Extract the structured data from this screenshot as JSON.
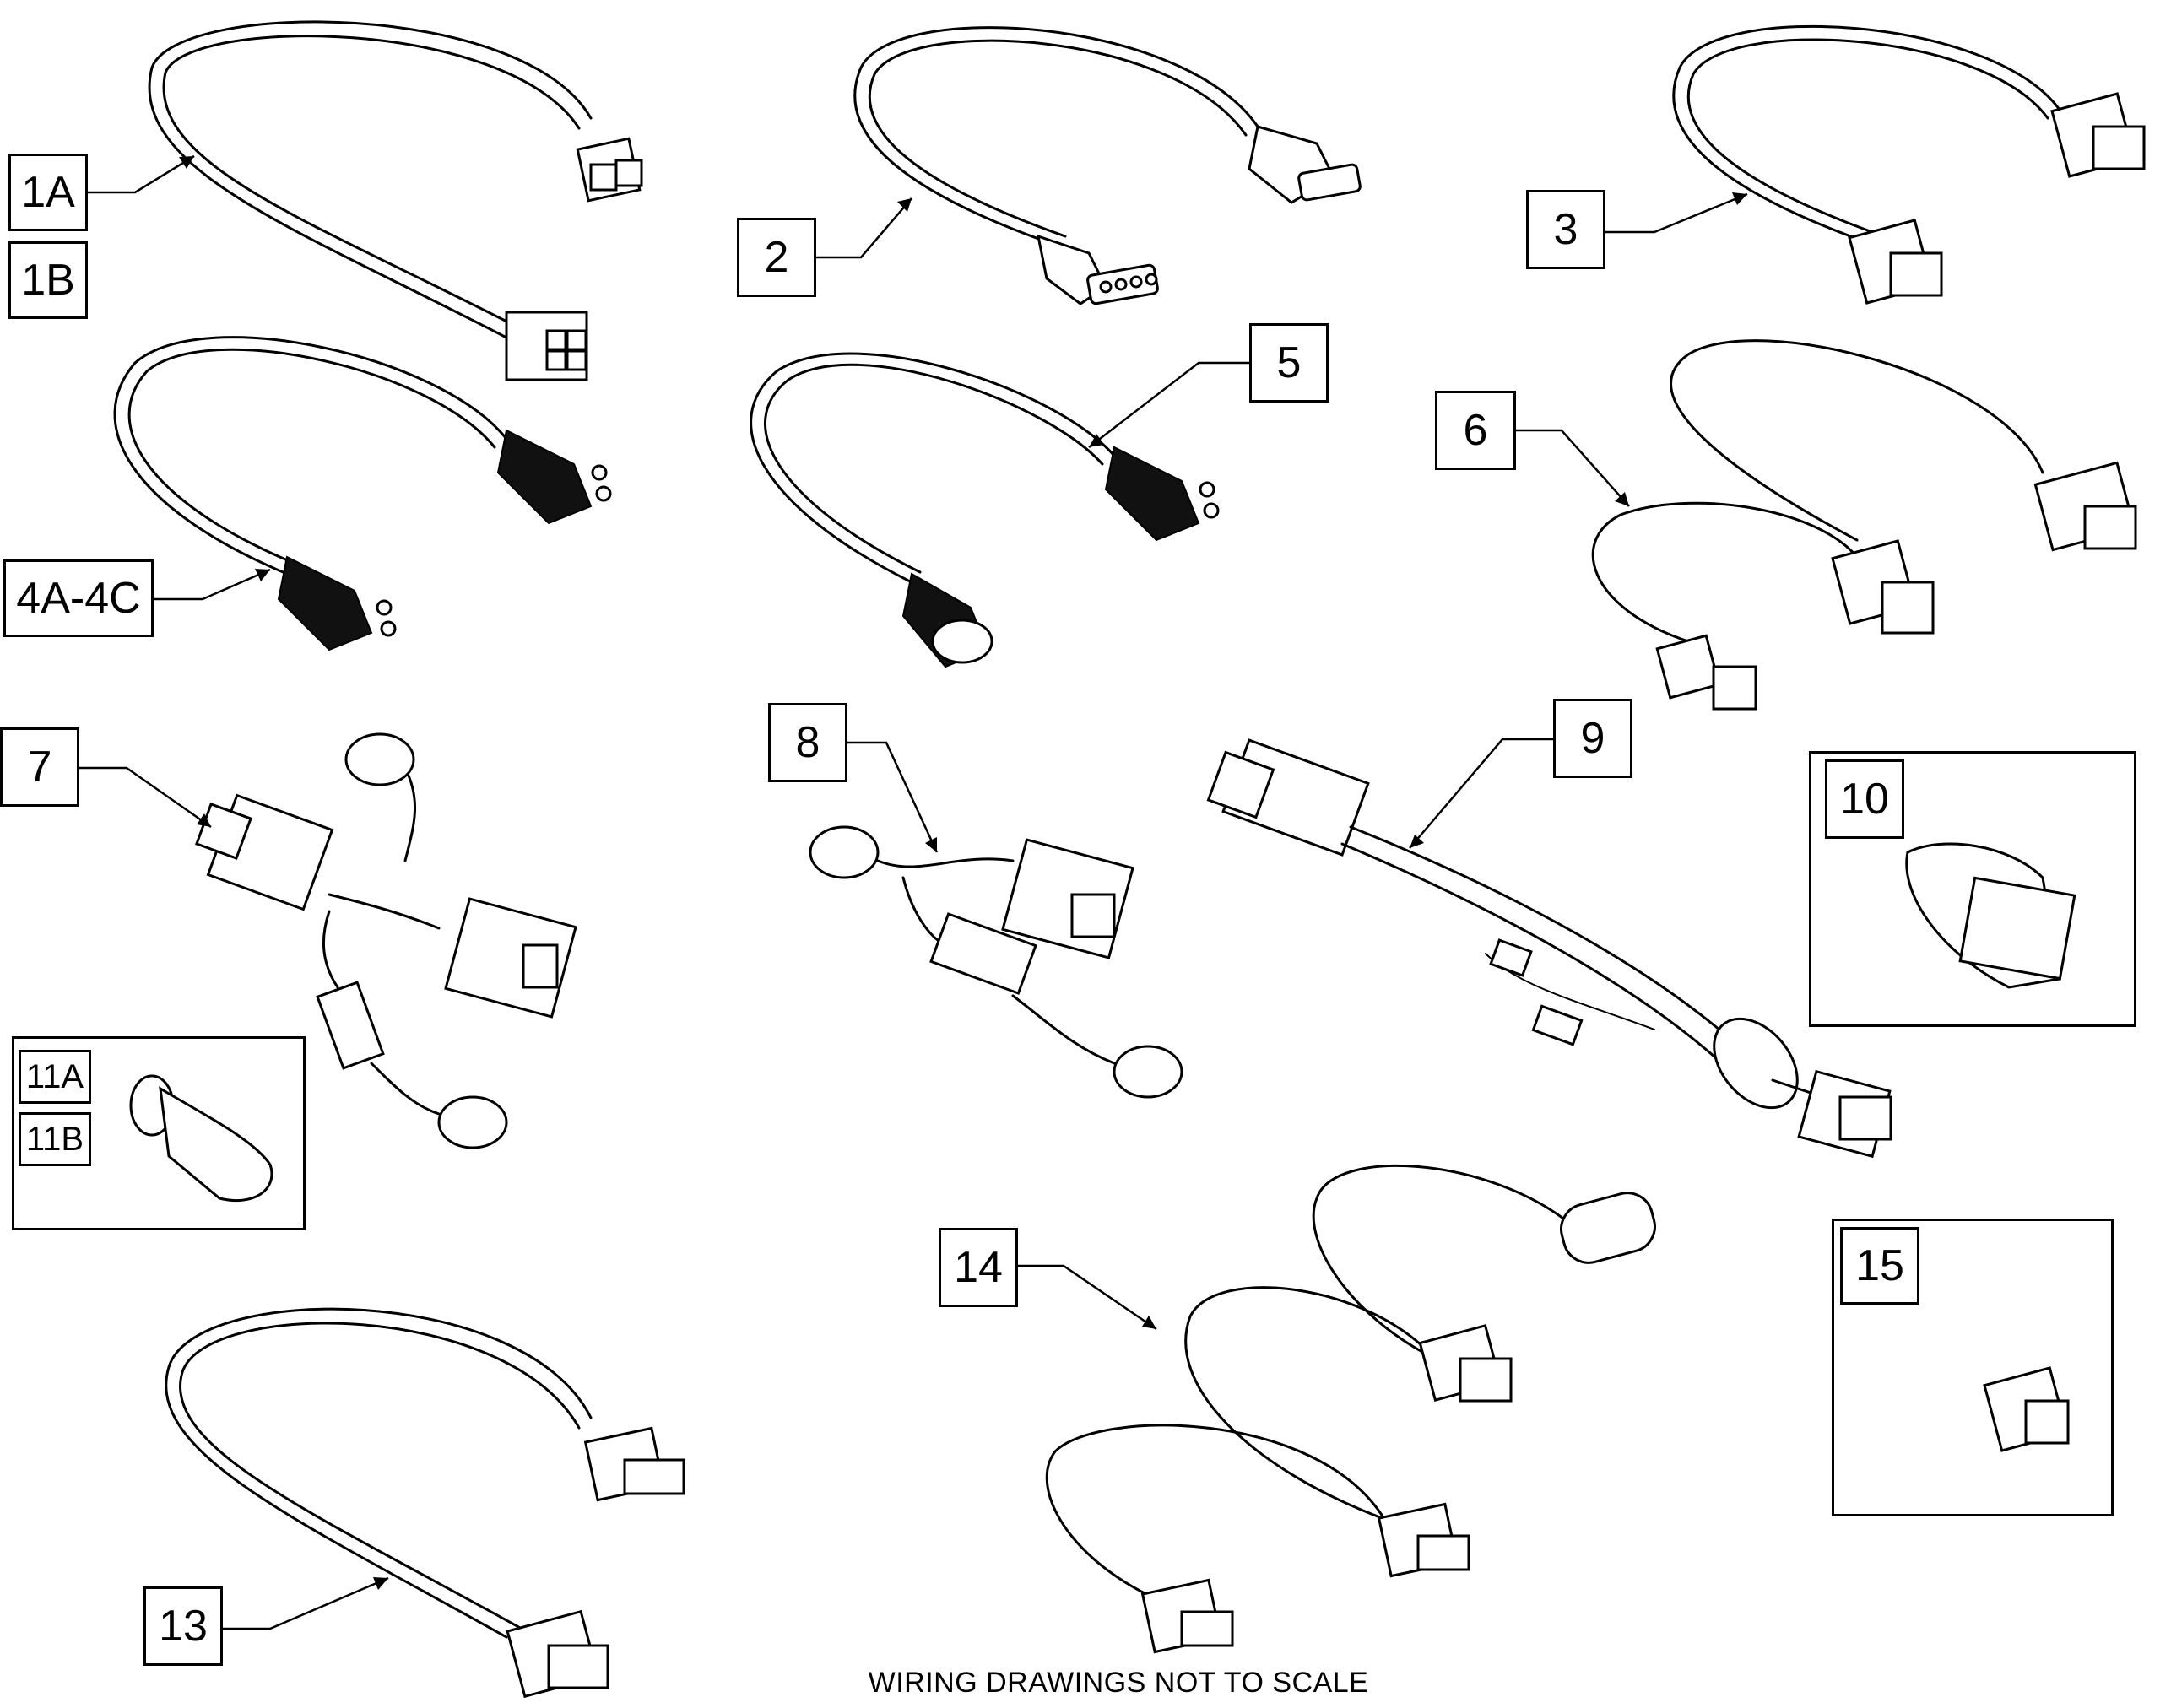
{
  "labels": {
    "l1a": "1A",
    "l1b": "1B",
    "l2": "2",
    "l3": "3",
    "l4": "4A-4C",
    "l5": "5",
    "l6": "6",
    "l7": "7",
    "l8": "8",
    "l9": "9",
    "l10": "10",
    "l11a": "11A",
    "l11b": "11B",
    "l13": "13",
    "l14": "14",
    "l15": "15"
  },
  "caption": "WIRING DRAWINGS NOT TO SCALE"
}
